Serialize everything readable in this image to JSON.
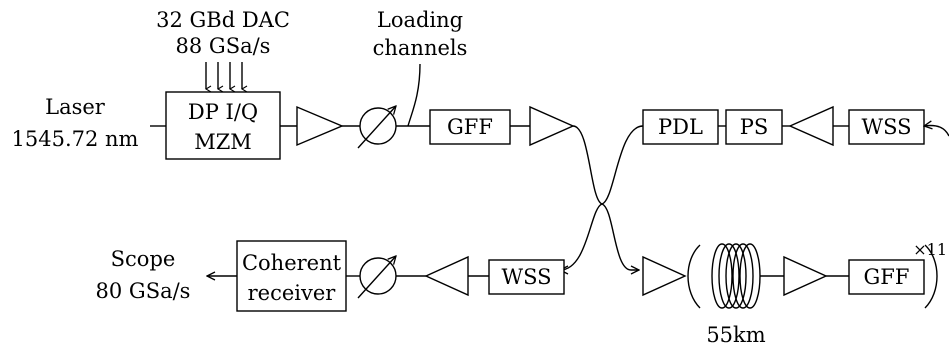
{
  "labels": {
    "dac_line1": "32 GBd DAC",
    "dac_line2": "88 GSa/s",
    "loading_line1": "Loading",
    "loading_line2": "channels",
    "laser_line1": "Laser",
    "laser_line2": "1545.72 nm",
    "scope_line1": "Scope",
    "scope_line2": "80 GSa/s",
    "fiber_length": "55km",
    "loop_count": "×11"
  },
  "blocks": {
    "modulator_line1": "DP I/Q",
    "modulator_line2": "MZM",
    "gff_top": "GFF",
    "pdl": "PDL",
    "ps": "PS",
    "wss_top": "WSS",
    "receiver_line1": "Coherent",
    "receiver_line2": "receiver",
    "wss_bottom": "WSS",
    "gff_bottom": "GFF"
  }
}
